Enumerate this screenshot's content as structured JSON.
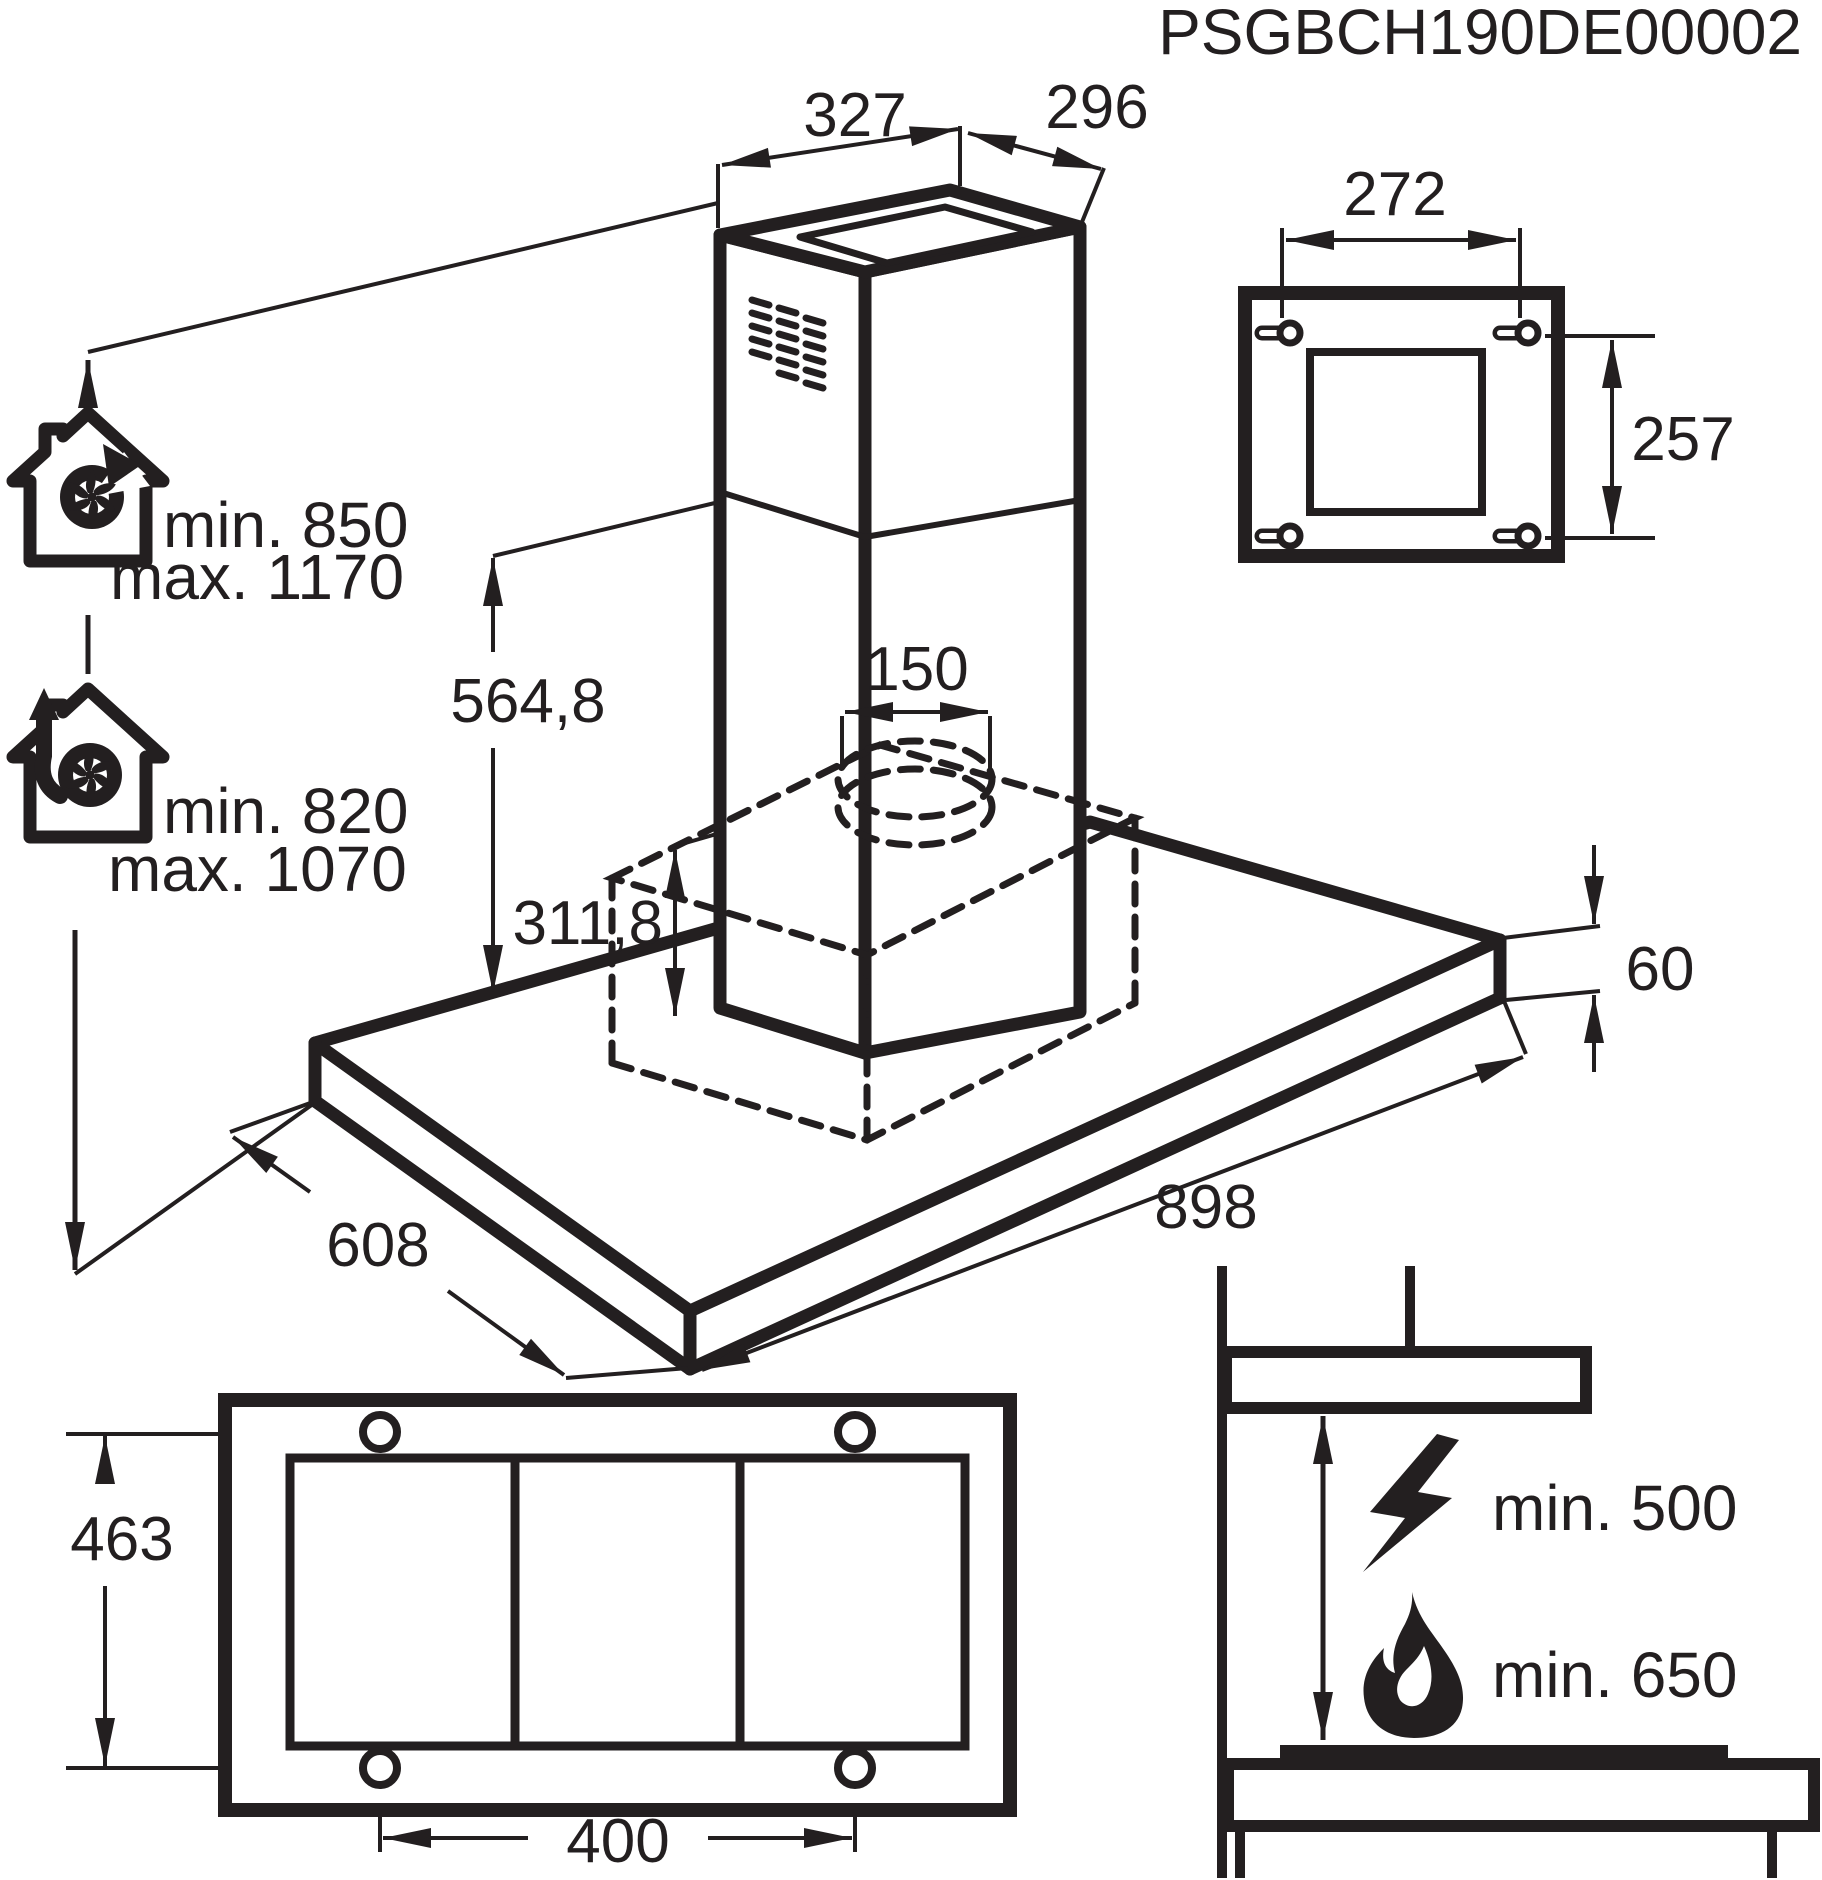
{
  "title": {
    "part_number": "PSGBCH190DE00002"
  },
  "main_view": {
    "dim_chimney_width": "327",
    "dim_chimney_depth": "296",
    "dim_lower_chimney_height": "564,8",
    "dim_duct_diameter": "150",
    "dim_motor_height": "311,8",
    "dim_canopy_thickness": "60",
    "dim_canopy_width": "898",
    "dim_canopy_depth": "608",
    "recirculation": {
      "label_min": "min. 850",
      "label_max": "max. 1170"
    },
    "extraction": {
      "label_min": "min. 820",
      "label_max": "max. 1070"
    }
  },
  "bracket_view": {
    "dim_width": "272",
    "dim_height": "257"
  },
  "filter_view": {
    "dim_height": "463",
    "dim_hole_spacing": "400"
  },
  "clearance_view": {
    "electric_hob": "min. 500",
    "gas_hob": "min. 650"
  },
  "colors": {
    "ink": "#231f20",
    "background": "#ffffff"
  }
}
